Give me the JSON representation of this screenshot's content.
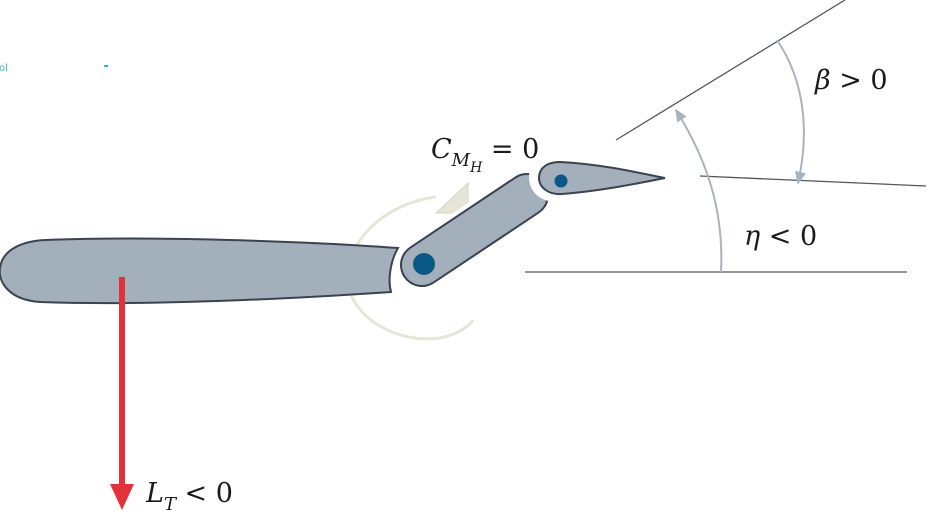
{
  "labels": {
    "hinge_moment": {
      "symbol": "C",
      "sub": "M",
      "subsub": "H",
      "relation": " = 0"
    },
    "beta": {
      "symbol": "β",
      "relation": " > 0"
    },
    "eta": {
      "symbol": "η",
      "relation": " < 0"
    },
    "lift": {
      "symbol": "L",
      "sub": "T",
      "relation": " < 0"
    }
  },
  "corner_mark": "ol",
  "colors": {
    "airfoil_fill": "#a3afba",
    "airfoil_stroke": "#3a4350",
    "hinge_dot": "#0b5886",
    "moment_arc": "#e6e6d6",
    "angle_arc": "#a7b3bf",
    "reference_line": "#555555",
    "lift_arrow": "#e3313a",
    "corner_mark": "#3cb4c8"
  }
}
